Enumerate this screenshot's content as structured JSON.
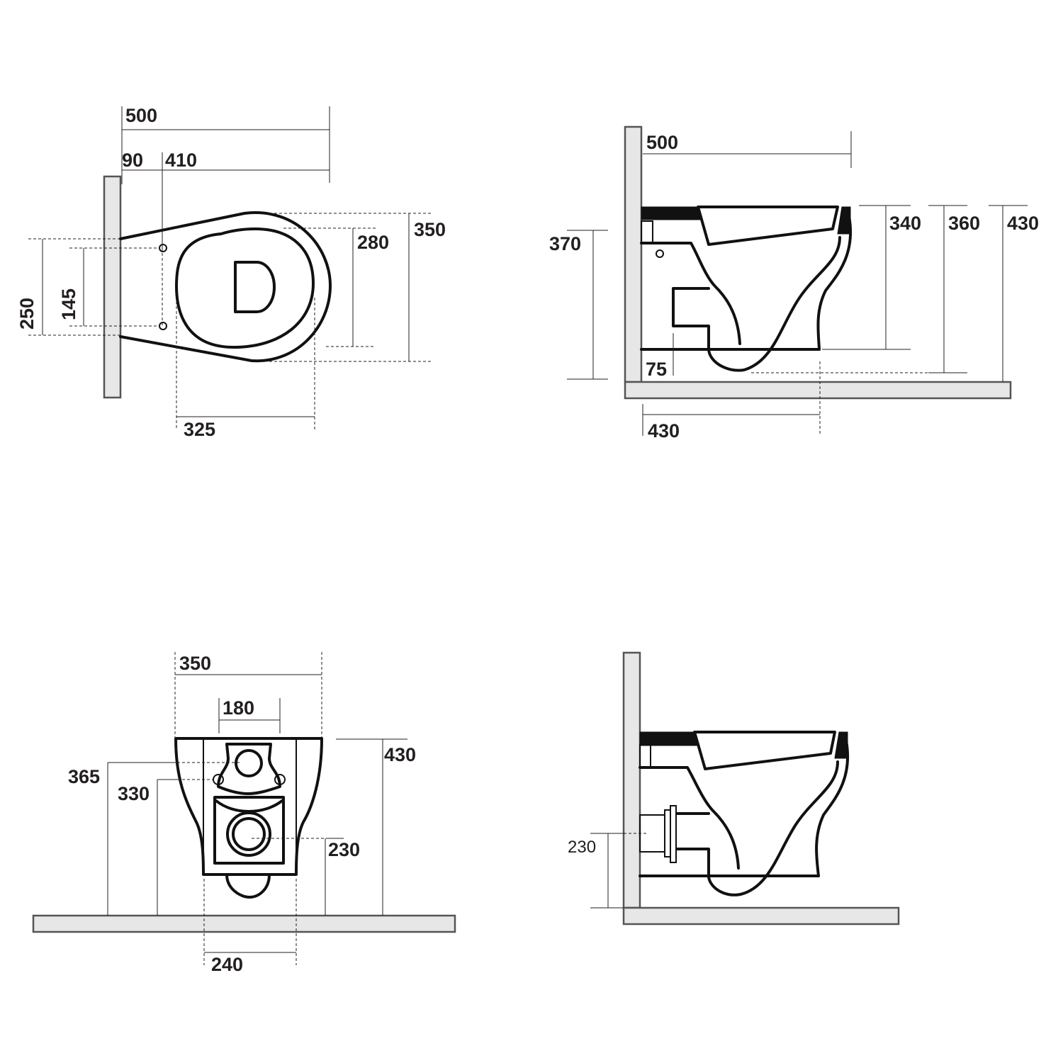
{
  "views": {
    "top": {
      "dims": {
        "overall_length": "500",
        "wall_to_fixing": "90",
        "fixing_to_front": "410",
        "bowl_inner_width": "280",
        "bowl_outer_width": "350",
        "wall_plate_height": "250",
        "fixing_spacing": "145",
        "bowl_opening_length": "325"
      }
    },
    "side": {
      "dims": {
        "projection": "500",
        "fixing_height": "370",
        "rim_height": "340",
        "lowest_point": "360",
        "overall_height": "430",
        "inlet_offset": "75",
        "outlet_distance": "430"
      }
    },
    "front": {
      "dims": {
        "overall_width": "350",
        "inlet_width": "180",
        "overall_height": "430",
        "inlet_height": "365",
        "fixing_height": "330",
        "outlet_height": "230",
        "fixing_centres": "240"
      }
    },
    "side_outlet": {
      "dims": {
        "outlet_height": "230"
      }
    }
  },
  "colors": {
    "line": "#111111",
    "wall_fill": "#e6e7e6",
    "wall_stroke": "#555555",
    "text": "#231f20"
  }
}
